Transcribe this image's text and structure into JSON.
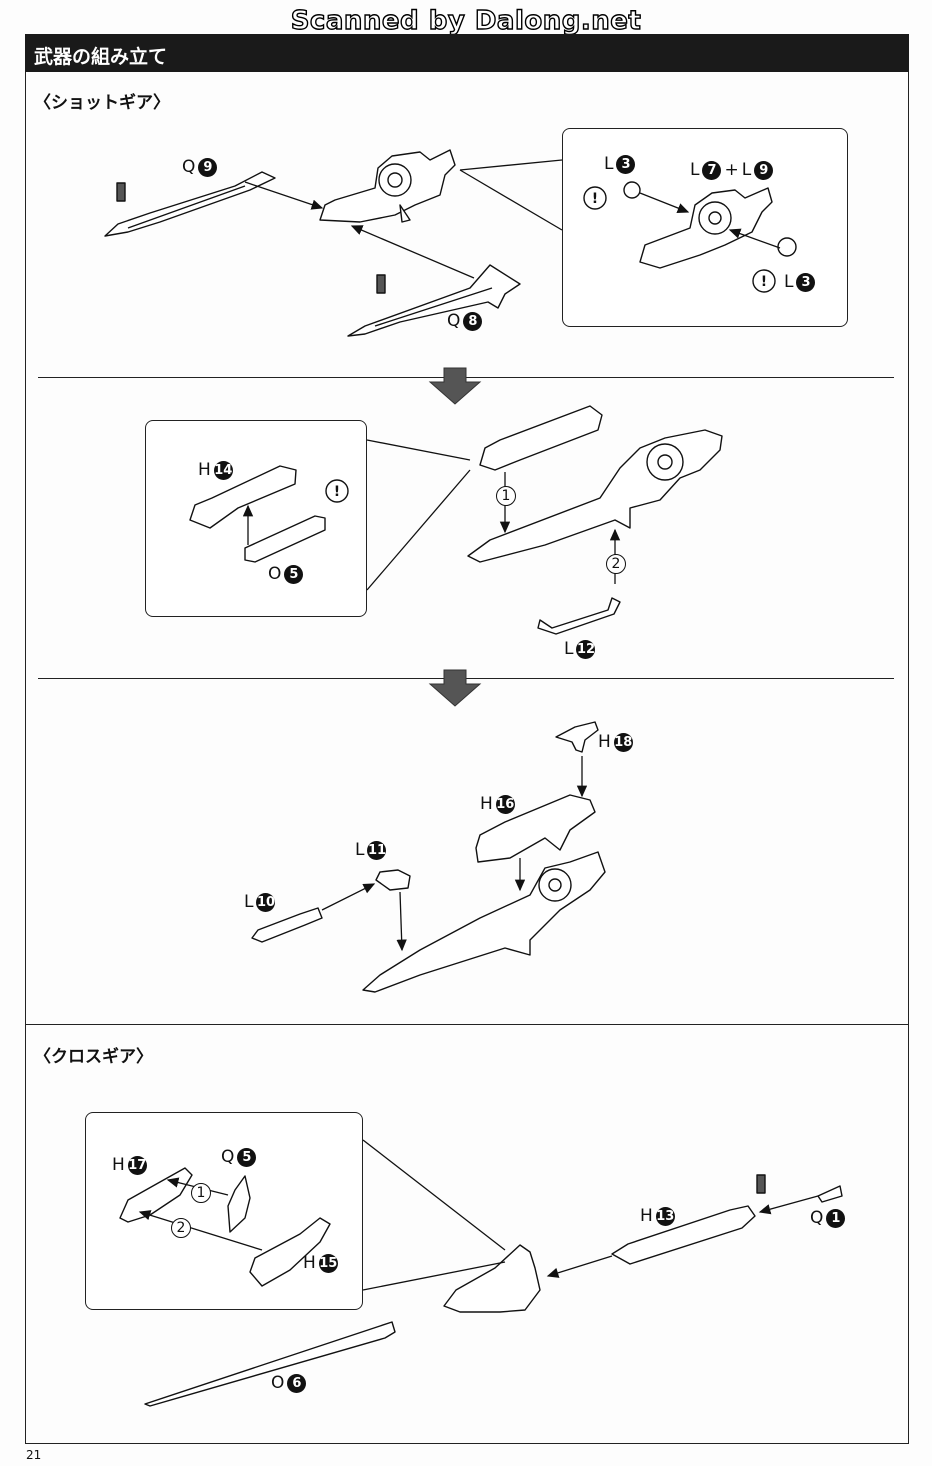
{
  "watermark": "Scanned by Dalong.net",
  "header": {
    "title": "武器の組み立て"
  },
  "sections": {
    "shot_gear": "〈ショットギア〉",
    "cross_gear": "〈クロスギア〉"
  },
  "labels": {
    "q9": {
      "letter": "Q",
      "num": "9"
    },
    "q8": {
      "letter": "Q",
      "num": "8"
    },
    "l3a": {
      "letter": "L",
      "num": "3"
    },
    "l7l9": {
      "letter": "L",
      "num": "7",
      "plus": "+",
      "letter2": "L",
      "num2": "9"
    },
    "l3b": {
      "letter": "L",
      "num": "3"
    },
    "h14": {
      "letter": "H",
      "num": "14"
    },
    "o5": {
      "letter": "O",
      "num": "5"
    },
    "l12": {
      "letter": "L",
      "num": "12"
    },
    "h18": {
      "letter": "H",
      "num": "18"
    },
    "h16": {
      "letter": "H",
      "num": "16"
    },
    "l11": {
      "letter": "L",
      "num": "11"
    },
    "l10": {
      "letter": "L",
      "num": "10"
    },
    "h17": {
      "letter": "H",
      "num": "17"
    },
    "q5": {
      "letter": "Q",
      "num": "5"
    },
    "h15": {
      "letter": "H",
      "num": "15"
    },
    "h13": {
      "letter": "H",
      "num": "13"
    },
    "q1": {
      "letter": "Q",
      "num": "1"
    },
    "o6": {
      "letter": "O",
      "num": "6"
    }
  },
  "step_markers": [
    "1",
    "2"
  ],
  "page_number": "21",
  "colors": {
    "header_bg": "#1a1a1a",
    "arrow": "#555555"
  }
}
